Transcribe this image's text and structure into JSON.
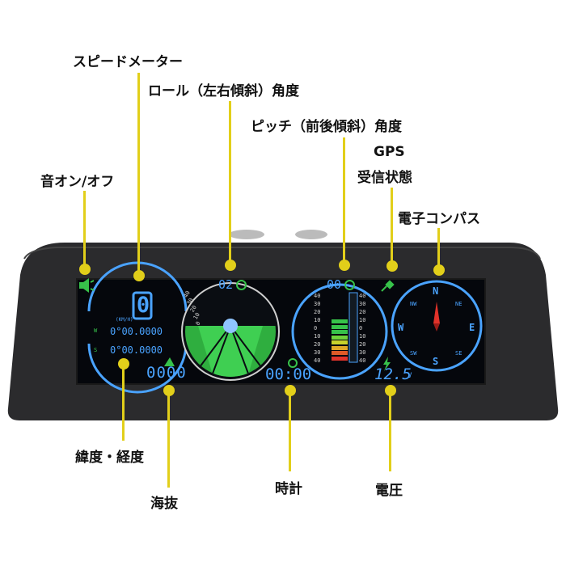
{
  "callouts": {
    "speedometer": "スピードメーター",
    "roll": "ロール（左右傾斜）角度",
    "pitch": "ピッチ（前後傾斜）角度",
    "gps_line1": "GPS",
    "gps_line2": "受信状態",
    "compass": "電子コンパス",
    "sound": "音オン/オフ",
    "latlon": "緯度・経度",
    "altitude": "海抜",
    "clock": "時計",
    "voltage": "電圧"
  },
  "screen": {
    "speed_value": "0",
    "speed_unit": "(KM/H)",
    "latitude_prefix": "W",
    "latitude_value": "0°00.0000",
    "longitude_prefix": "S",
    "longitude_value": "0°00.0000",
    "altitude_value": "0000",
    "roll_value": "02",
    "pitch_value": "00",
    "clock_value": "00:00",
    "voltage_value": "12.5",
    "voltage_unit": "V",
    "compass_n": "N",
    "compass_s": "S",
    "compass_e": "E",
    "compass_w": "W",
    "compass_ne": "NE",
    "compass_nw": "NW",
    "compass_se": "SE",
    "compass_sw": "SW",
    "roll_scale": [
      "40",
      "30",
      "20",
      "10",
      "0"
    ],
    "pitch_scale": [
      "40",
      "30",
      "20",
      "10",
      "0",
      "10",
      "20",
      "30",
      "40"
    ]
  },
  "colors": {
    "screen_blue": "#4aa3ff",
    "screen_green": "#37c24a",
    "device_body": "#2b2b2d",
    "callout_line": "#e2cf1a"
  }
}
